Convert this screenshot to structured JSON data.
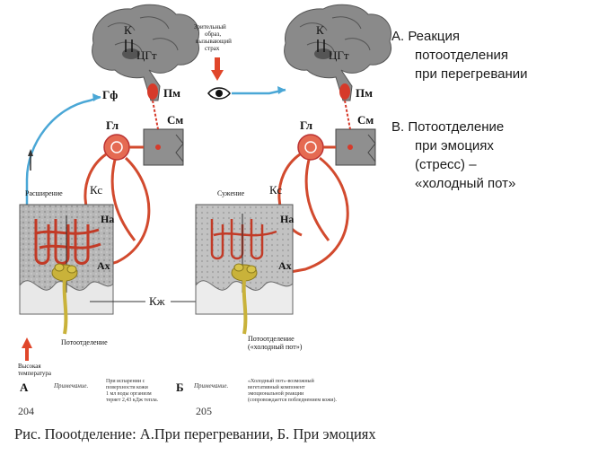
{
  "diagram": {
    "left": {
      "panel_letter": "А",
      "page_number": "204",
      "labels": {
        "k": "К",
        "cgt": "ЦГт",
        "gf": "Гф",
        "pm": "Пм",
        "gl": "Гл",
        "sm": "См",
        "ks": "Кс",
        "na": "На",
        "ah": "Ах",
        "kzh": "Кж",
        "vessel": "Расширение",
        "sweat": "Потоотделение",
        "temp_line1": "Высокая",
        "temp_line2": "температура"
      },
      "note_label": "Примечание.",
      "note_lines": [
        "При испарении с",
        "поверхности кожи",
        "1 мл воды организм",
        "теряет 2,43 кДж тепла."
      ]
    },
    "right": {
      "panel_letter": "Б",
      "page_number": "205",
      "labels": {
        "k": "К",
        "cgt": "ЦГт",
        "pm": "Пм",
        "gl": "Гл",
        "sm": "См",
        "ks": "Кс",
        "na": "На",
        "ah": "Ах",
        "vessel": "Сужение",
        "sweat_line1": "Потоотделение",
        "sweat_line2": "(«холодный пот»)",
        "visual_line1": "Зрительный",
        "visual_line2": "образ,",
        "visual_line3": "вызывающий",
        "visual_line4": "страх"
      },
      "note_label": "Примечание.",
      "note_lines": [
        "«Холодный пот»-возможный",
        "вегетативный компонент",
        "эмоциональной реакции",
        "(сопровождается побледнением кожи)."
      ]
    }
  },
  "side_notes": {
    "a_lines": [
      "А. Реакция",
      "потоотделения",
      "при перегревании"
    ],
    "b_lines": [
      "В.  Потоотделение",
      "при эмоциях",
      "(стресс) –",
      "«холодный пот»"
    ]
  },
  "caption": "Рис. Поootделение: А.При перегревании, Б. При эмоциях",
  "colors": {
    "brain": "#8c8c8c",
    "nerve_red": "#d24a2e",
    "afferent_blue": "#4aa7d6",
    "skin": "#a9a9a9",
    "gland": "#c9b23a"
  }
}
